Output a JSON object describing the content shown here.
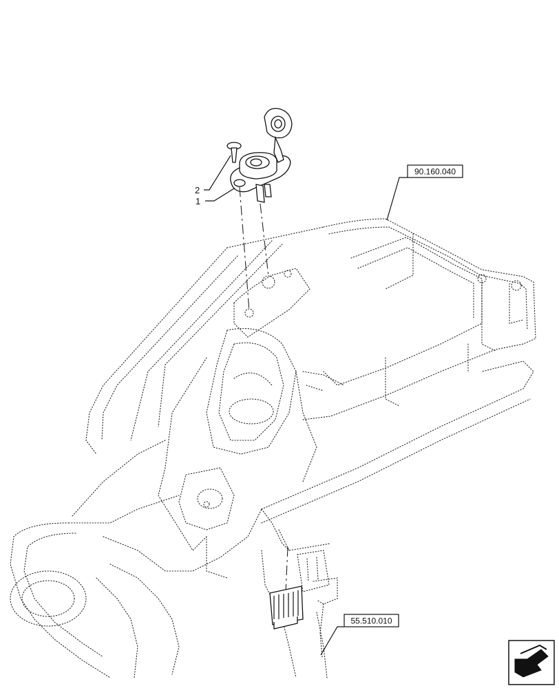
{
  "callouts": [
    {
      "id": "1",
      "label": "1"
    },
    {
      "id": "2",
      "label": "2"
    }
  ],
  "references": [
    {
      "id": "ref-frame",
      "label": "90.160.040"
    },
    {
      "id": "ref-harness",
      "label": "55.510.010"
    }
  ],
  "navigation": {
    "icon": "previous-page-arrow-icon"
  },
  "colors": {
    "line": "#111111",
    "background": "#ffffff"
  }
}
